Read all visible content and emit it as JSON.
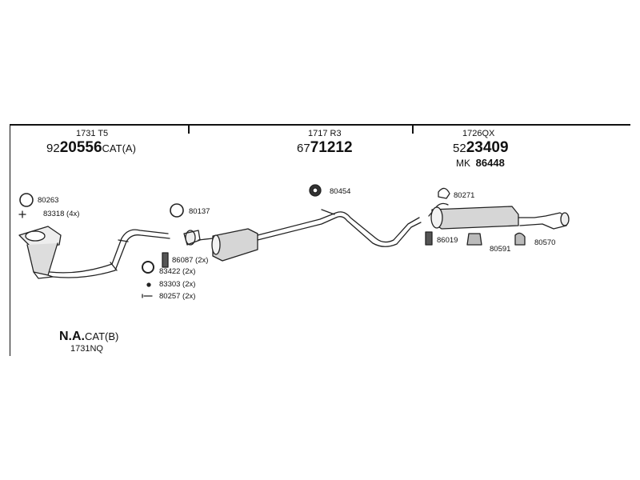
{
  "groups": {
    "front": {
      "code": "1731 T5",
      "number_prefix": "92",
      "number_main": "20556",
      "number_suffix": "CAT(A)"
    },
    "middle": {
      "code": "1717 R3",
      "number_prefix": "67",
      "number_main": "71212"
    },
    "rear": {
      "code": "1726QX",
      "number_prefix": "52",
      "number_main": "23409",
      "mk_prefix": "MK",
      "mk_number": "86448"
    }
  },
  "parts": {
    "p80263": "80263",
    "p83318": "83318 (4x)",
    "p80137": "80137",
    "p86087": "86087 (2x)",
    "p83422": "83422 (2x)",
    "p83303": "83303 (2x)",
    "p80257": "80257 (2x)",
    "p80454": "80454",
    "p80271": "80271",
    "p86019": "86019",
    "p80591": "80591",
    "p80570": "80570"
  },
  "footer": {
    "na_main": "N.A.",
    "na_suffix": "CAT(B)",
    "code": "1731NQ"
  }
}
